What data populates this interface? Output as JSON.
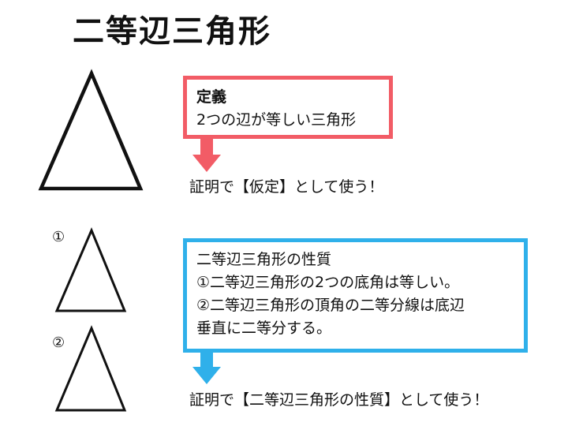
{
  "page_title": "二等辺三角形",
  "definition_box": {
    "heading": "定義",
    "text": "2つの辺が等しい三角形",
    "border_color": "#f25c66"
  },
  "definition_conclusion": "証明で【仮定】として使う！",
  "properties_box": {
    "heading": "二等辺三角形の性質",
    "lines": [
      "①二等辺三角形の2つの底角は等しい。",
      "②二等辺三角形の頂角の二等分線は底辺",
      "垂直に二等分する。"
    ],
    "border_color": "#2fb0ea"
  },
  "properties_conclusion": "証明で【二等辺三角形の性質】として使う！",
  "triangle_markers": [
    "①",
    "②"
  ],
  "colors": {
    "red_accent": "#f25c66",
    "blue_accent": "#2fb0ea",
    "stroke": "#111111"
  }
}
